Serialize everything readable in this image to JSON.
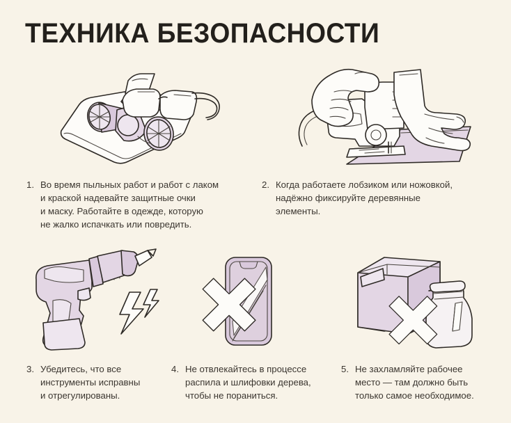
{
  "page": {
    "title": "ТЕХНИКА БЕЗОПАСНОСТИ",
    "background_color": "#f8f3e8",
    "text_color": "#3b3630",
    "title_color": "#23201c",
    "accent_color": "#e3d6e4",
    "line_color": "#2e2a26"
  },
  "items": [
    {
      "number": "1.",
      "text": "Во время пыльных работ и работ с лаком\nи краской надевайте защитные очки\nи маску. Работайте в одежде, которую\nне жалко испачкать или повредить.",
      "illustration": "goggles-and-respirator-mask-on-folded-cloth"
    },
    {
      "number": "2.",
      "text": "Когда работаете лобзиком или ножовкой,\nнадёжно фиксируйте деревянные\nэлементы.",
      "illustration": "hands-using-jigsaw-on-wooden-board"
    },
    {
      "number": "3.",
      "text": "Убедитесь, что все\nинструменты исправны\nи отрегулированы.",
      "illustration": "cordless-drill-with-spark-bolts"
    },
    {
      "number": "4.",
      "text": "Не отвлекайтесь в процессе\nраспила и шлифовки дерева,\nчтобы не пораниться.",
      "illustration": "smartphone-crossed-out"
    },
    {
      "number": "5.",
      "text": "Не захламляйте рабочее\nместо — там должно быть\nтолько самое необходимое.",
      "illustration": "cardboard-box-and-glass-jar-crossed-out"
    }
  ]
}
